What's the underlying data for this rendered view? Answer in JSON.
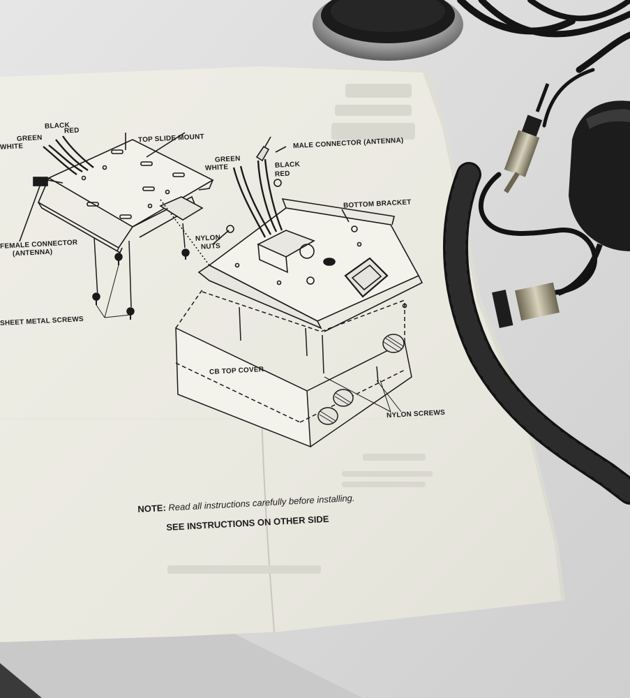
{
  "sheet": {
    "labels": {
      "black_top": "BLACK",
      "red_top": "RED",
      "green_top": "GREEN",
      "white_top": "WHITE",
      "top_slide_mount": "TOP SLIDE MOUNT",
      "male_connector": "MALE CONNECTOR (ANTENNA)",
      "green_right": "GREEN",
      "white_right": "WHITE",
      "black_right": "BLACK",
      "red_right": "RED",
      "bottom_bracket": "BOTTOM BRACKET",
      "female_connector_1": "FEMALE CONNECTOR",
      "female_connector_2": "(ANTENNA)",
      "nylon_nuts_1": "NYLON",
      "nylon_nuts_2": "NUTS",
      "sheet_metal_screws": "SHEET METAL SCREWS",
      "cb_top_cover": "CB TOP COVER",
      "nylon_screws": "NYLON SCREWS"
    },
    "note_prefix": "NOTE:",
    "note_text": "Read all instructions carefully before installing.",
    "see_instructions": "SEE INSTRUCTIONS ON OTHER SIDE"
  },
  "colors": {
    "paper": "#ecebe3",
    "table": "#dcdcdc",
    "ink": "#1a1a1a",
    "cable": "#141414"
  }
}
